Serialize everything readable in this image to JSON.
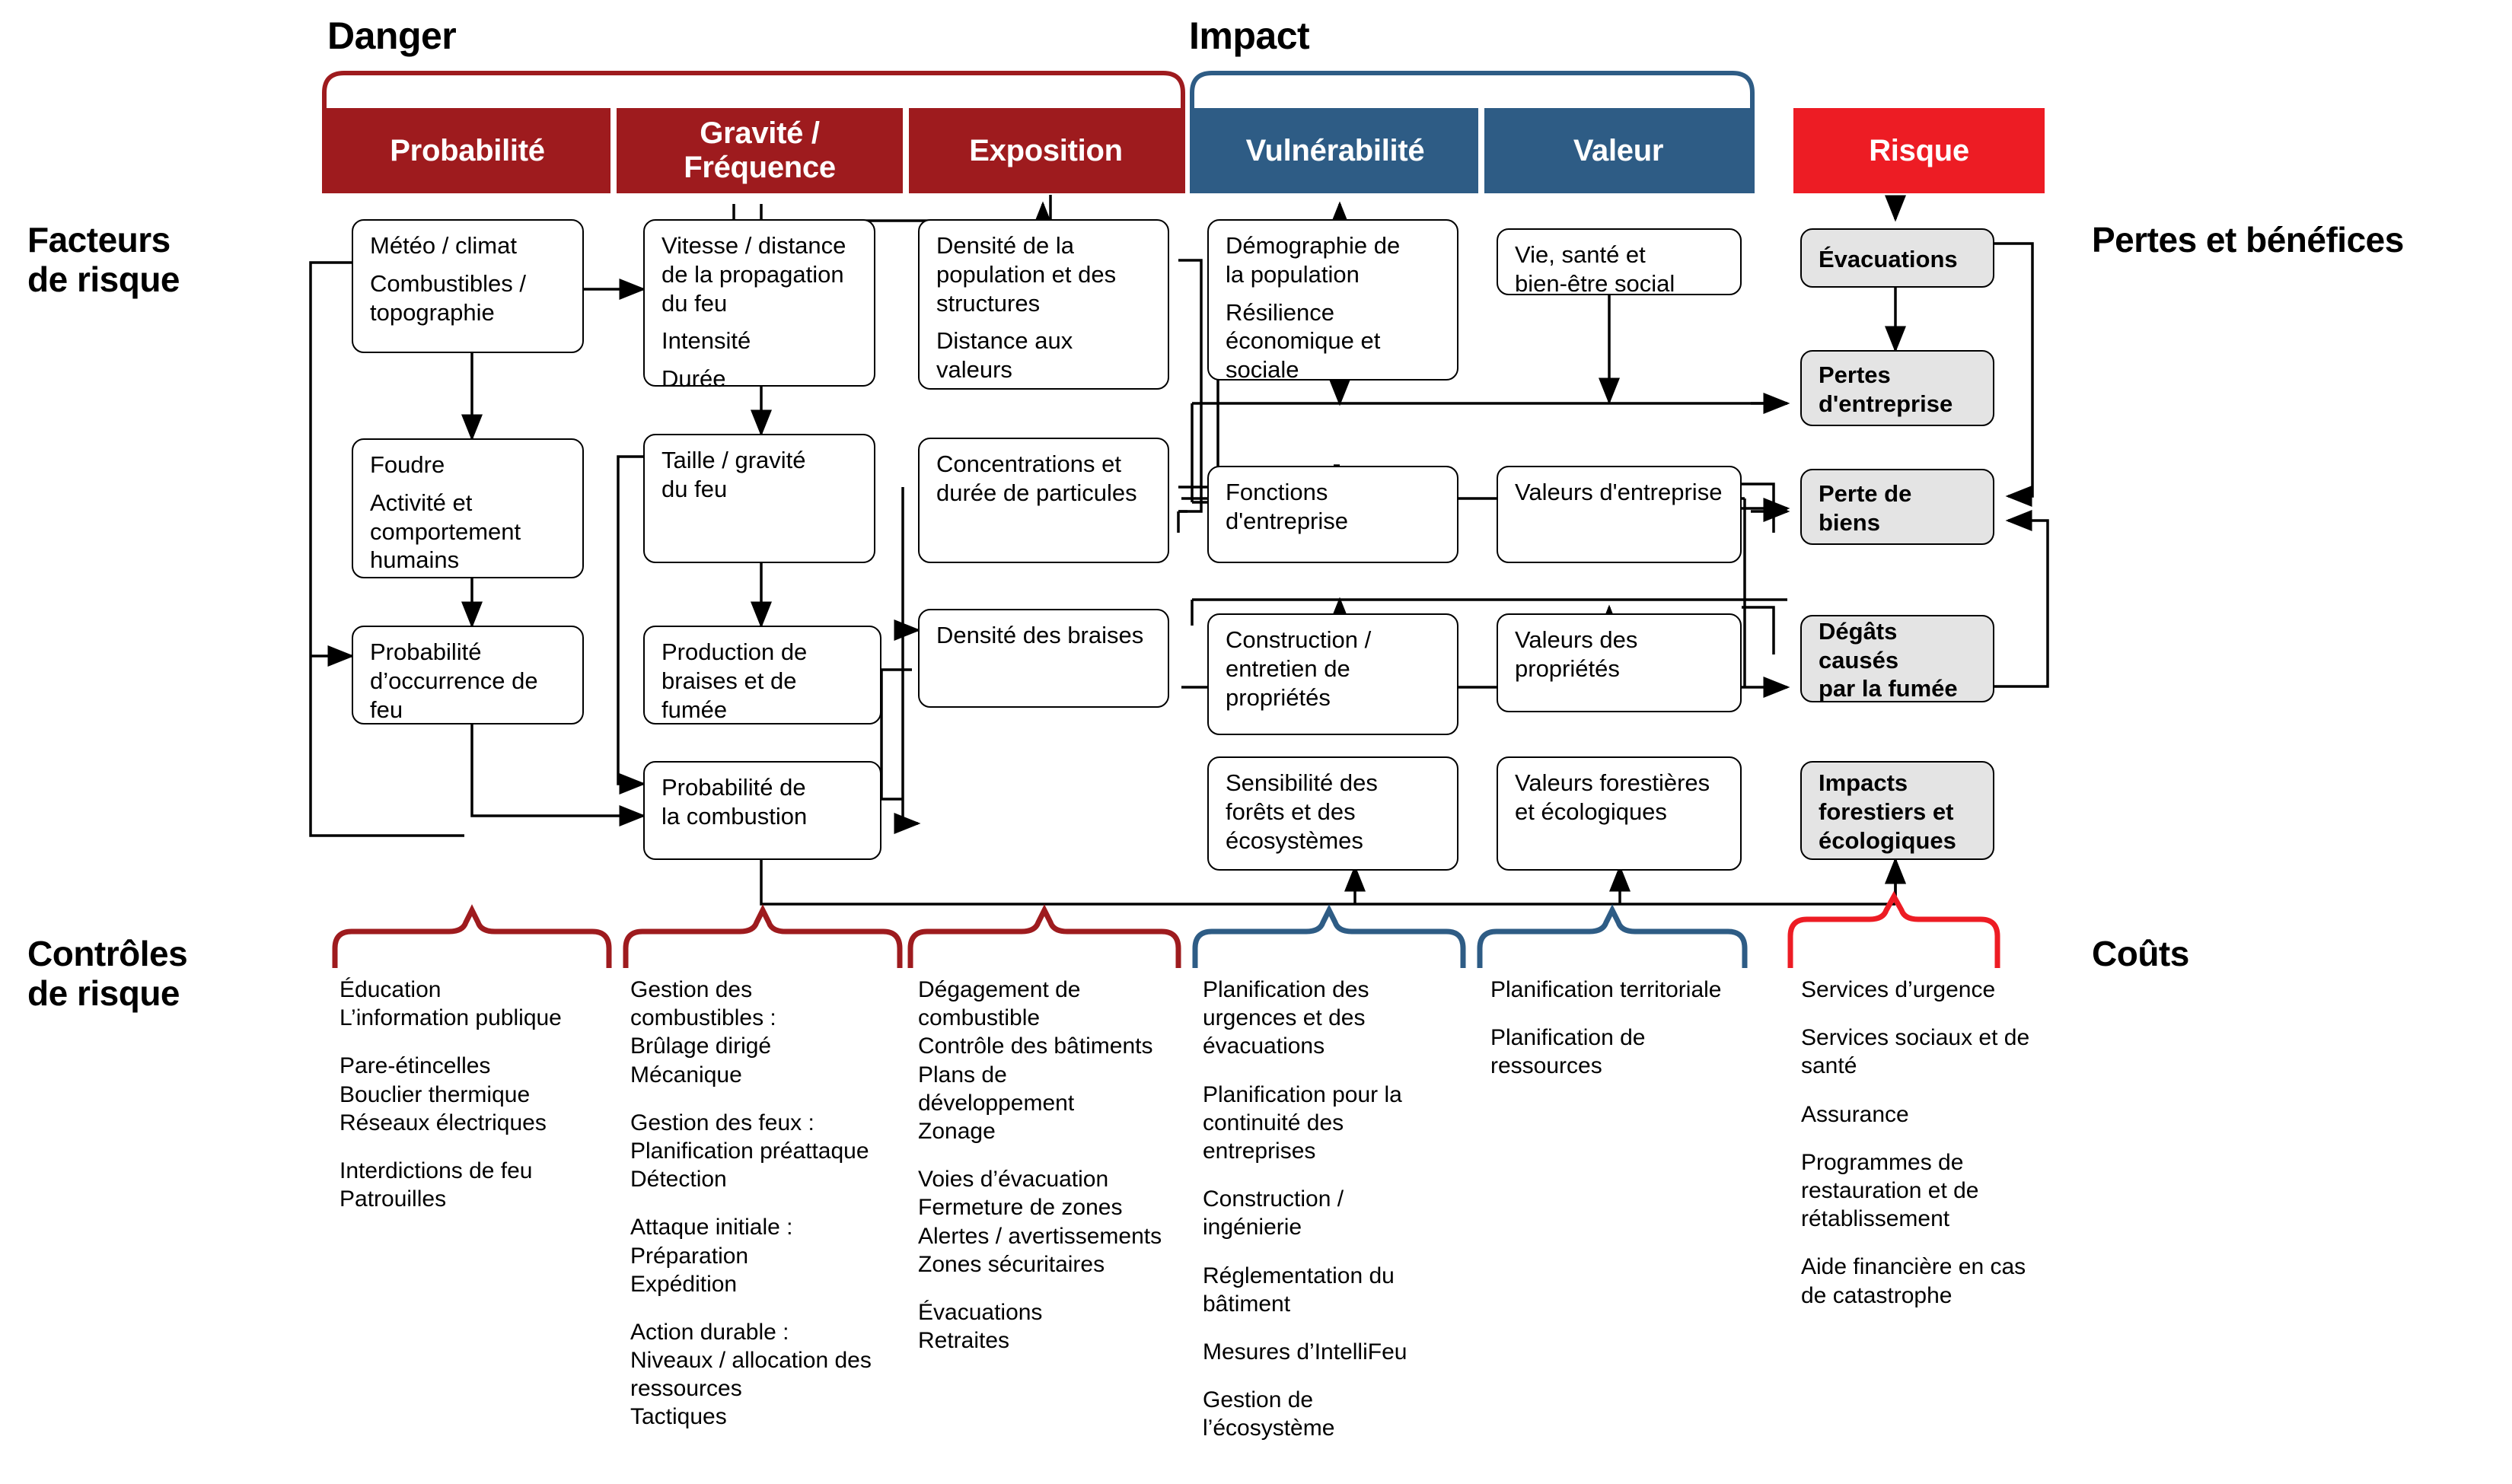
{
  "labels": {
    "danger": "Danger",
    "impact": "Impact",
    "risk_factors": "Facteurs\nde risque",
    "losses_benefits": "Pertes et bénéfices",
    "risk_controls": "Contrôles\nde risque",
    "costs": "Coûts"
  },
  "categories": [
    {
      "key": "probabilite",
      "label": "Probabilité",
      "color": "#9E1B1E",
      "group": "danger"
    },
    {
      "key": "gravite",
      "label": "Gravité /\nFréquence",
      "color": "#9E1B1E",
      "group": "danger"
    },
    {
      "key": "exposition",
      "label": "Exposition",
      "color": "#9E1B1E",
      "group": "danger"
    },
    {
      "key": "vulnerabilite",
      "label": "Vulnérabilité",
      "color": "#2E5C85",
      "group": "impact"
    },
    {
      "key": "valeur",
      "label": "Valeur",
      "color": "#2E5C85",
      "group": "impact"
    },
    {
      "key": "risque",
      "label": "Risque",
      "color": "#ED1C24",
      "group": "risque"
    }
  ],
  "nodes": {
    "probabilite": [
      {
        "id": "meteo",
        "lines": [
          "Météo / climat",
          "Combustibles /\ntopographie"
        ]
      },
      {
        "id": "foudre",
        "lines": [
          "Foudre",
          "Activité et\ncomportement\nhumains"
        ]
      },
      {
        "id": "prob_feu",
        "lines": [
          "Probabilité\nd’occurrence de feu"
        ]
      }
    ],
    "gravite": [
      {
        "id": "vitesse",
        "lines": [
          "Vitesse / distance\nde la propagation\ndu feu",
          "Intensité",
          "Durée"
        ]
      },
      {
        "id": "taille",
        "lines": [
          "Taille / gravité\ndu feu"
        ]
      },
      {
        "id": "braises_prod",
        "lines": [
          "Production de\nbraises et de fumée"
        ]
      },
      {
        "id": "combustion",
        "lines": [
          "Probabilité de\nla combustion"
        ]
      }
    ],
    "exposition": [
      {
        "id": "densite_pop",
        "lines": [
          "Densité de la\npopulation et des\nstructures",
          "Distance aux\nvaleurs"
        ]
      },
      {
        "id": "particules",
        "lines": [
          "Concentrations et\ndurée de particules"
        ]
      },
      {
        "id": "densite_brais",
        "lines": [
          "Densité des braises"
        ]
      }
    ],
    "vulnerabilite": [
      {
        "id": "demographie",
        "lines": [
          "Démographie de\nla population",
          "Résilience\néconomique et\nsociale"
        ]
      },
      {
        "id": "fonctions",
        "lines": [
          "Fonctions\nd'entreprise"
        ]
      },
      {
        "id": "construction",
        "lines": [
          "Construction /\nentretien de\npropriétés"
        ]
      },
      {
        "id": "sensibilite",
        "lines": [
          "Sensibilité des\nforêts et des\nécosystèmes"
        ]
      }
    ],
    "valeur": [
      {
        "id": "vie_sante",
        "lines": [
          "Vie, santé et\nbien-être social"
        ]
      },
      {
        "id": "val_entrep",
        "lines": [
          "Valeurs d'entreprise"
        ]
      },
      {
        "id": "val_propr",
        "lines": [
          "Valeurs des\npropriétés"
        ]
      },
      {
        "id": "val_forest",
        "lines": [
          "Valeurs forestières\net écologiques"
        ]
      }
    ],
    "risque": [
      {
        "id": "evacuations",
        "lines": [
          "Évacuations"
        ]
      },
      {
        "id": "pertes_entrep",
        "lines": [
          "Pertes\nd'entreprise"
        ]
      },
      {
        "id": "perte_biens",
        "lines": [
          "Perte de biens"
        ]
      },
      {
        "id": "degats_fumee",
        "lines": [
          "Dégâts causés\npar la fumée"
        ]
      },
      {
        "id": "impacts_for",
        "lines": [
          "Impacts\nforestiers et\nécologiques"
        ]
      }
    ]
  },
  "controls": {
    "probabilite": [
      {
        "lines": [
          "Éducation",
          "L’information publique"
        ]
      },
      {
        "lines": [
          "Pare-étincelles",
          "Bouclier thermique",
          "Réseaux électriques"
        ]
      },
      {
        "lines": [
          "Interdictions de feu",
          "Patrouilles"
        ]
      }
    ],
    "gravite": [
      {
        "lines": [
          "Gestion des",
          "combustibles :",
          "Brûlage dirigé",
          "Mécanique"
        ]
      },
      {
        "lines": [
          "Gestion des feux :",
          "Planification préattaque",
          "Détection"
        ]
      },
      {
        "lines": [
          "Attaque initiale :",
          "Préparation",
          "Expédition"
        ]
      },
      {
        "lines": [
          "Action durable :",
          "Niveaux / allocation des",
          "ressources",
          "Tactiques"
        ]
      }
    ],
    "exposition": [
      {
        "lines": [
          "Dégagement de",
          "combustible",
          "Contrôle des bâtiments",
          "Plans de",
          "développement",
          "Zonage"
        ]
      },
      {
        "lines": [
          "Voies d’évacuation",
          "Fermeture de zones",
          "Alertes / avertissements",
          "Zones sécuritaires"
        ]
      },
      {
        "lines": [
          "Évacuations",
          "Retraites"
        ]
      }
    ],
    "vulnerabilite": [
      {
        "lines": [
          "Planification des",
          "urgences et des",
          "évacuations"
        ]
      },
      {
        "lines": [
          "Planification pour la",
          "continuité des",
          "entreprises"
        ]
      },
      {
        "lines": [
          "Construction /",
          "ingénierie"
        ]
      },
      {
        "lines": [
          "Réglementation du",
          "bâtiment"
        ]
      },
      {
        "lines": [
          "Mesures d’IntelliFeu"
        ]
      },
      {
        "lines": [
          "Gestion de",
          "l’écosystème"
        ]
      }
    ],
    "valeur": [
      {
        "lines": [
          "Planification territoriale"
        ]
      },
      {
        "lines": [
          "Planification de",
          "ressources"
        ]
      }
    ],
    "risque": [
      {
        "lines": [
          "Services d’urgence"
        ]
      },
      {
        "lines": [
          "Services sociaux et de",
          "santé"
        ]
      },
      {
        "lines": [
          "Assurance"
        ]
      },
      {
        "lines": [
          "Programmes de",
          "restauration et de",
          "rétablissement"
        ]
      },
      {
        "lines": [
          "Aide financière en cas",
          "de catastrophe"
        ]
      }
    ]
  },
  "colors": {
    "dark_red": "#9E1B1E",
    "blue": "#2E5C85",
    "bright_red": "#ED1C24",
    "grey_fill": "#E4E4E4",
    "line": "#000000"
  }
}
